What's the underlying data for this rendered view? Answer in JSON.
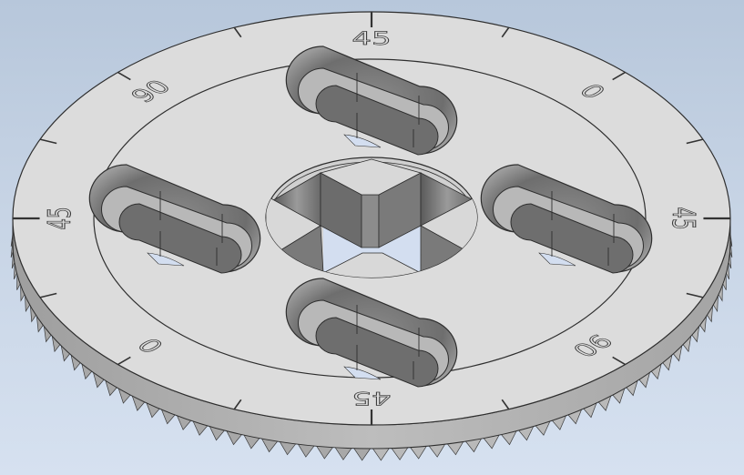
{
  "app": {
    "viewport_label": "3D model viewport",
    "background_top": "#b7c7db",
    "background_bottom": "#d6e1f0"
  },
  "model": {
    "name": "dial-gear-plate",
    "face_color": "#dcdcdc",
    "edge_color": "#2e2e2e",
    "side_color": "#b4b4b4",
    "teeth_count": 120,
    "slot_count": 4,
    "tick_count": 16,
    "dial_labels": [
      {
        "id": "top",
        "text": "45"
      },
      {
        "id": "top-right",
        "text": "0"
      },
      {
        "id": "right",
        "text": "45"
      },
      {
        "id": "bottom-right",
        "text": "90"
      },
      {
        "id": "bottom",
        "text": "45"
      },
      {
        "id": "bottom-left",
        "text": "0"
      },
      {
        "id": "left",
        "text": "45"
      },
      {
        "id": "top-left",
        "text": "90"
      }
    ]
  }
}
